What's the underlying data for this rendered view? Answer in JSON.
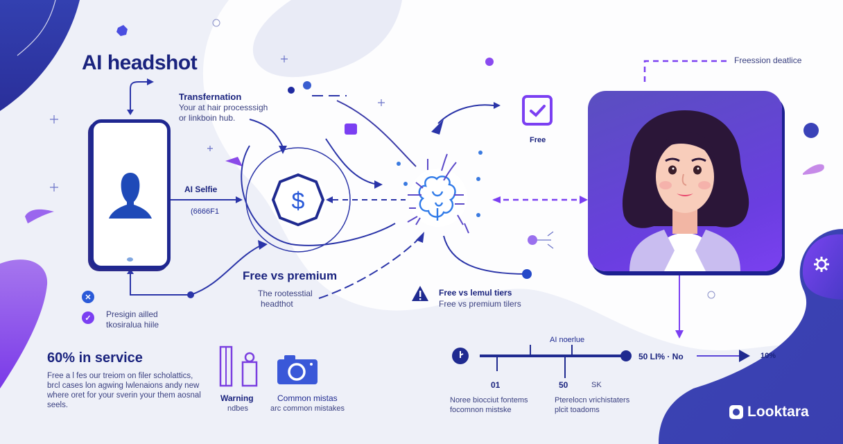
{
  "title": "AI headshot",
  "transformation": {
    "heading": "Transfernation",
    "body_line1": "Your at hair processsigh",
    "body_line2": "or linkboin hub."
  },
  "selfie": {
    "label": "AI Selfie",
    "code": "(6666F1"
  },
  "free_vs_premium": {
    "heading": "Free vs premium",
    "body_line1": "The rootesstial",
    "body_line2": "headthot"
  },
  "warning_tiers": {
    "heading": "Free vs lemul tiers",
    "body": "Free vs premium tilers"
  },
  "free_checkbox": {
    "label": "Free"
  },
  "session_callout": "Freession deatlice",
  "badges": {
    "cross_icon": "x-icon",
    "check_icon": "check-icon",
    "text_line1": "Presigin ailled",
    "text_line2": "tkosiralua hiile"
  },
  "stat": {
    "heading": "60% in service",
    "body": "Free a l fes our treiom on filer scholattics, brcl cases lon agwing lwlenaions andy new where oret for your sverin your them aosnal seels."
  },
  "icons_row": [
    {
      "icon": "phone-person-icon",
      "title": "Warning",
      "sub": "ndbes"
    },
    {
      "icon": "camera-icon",
      "title": "Common mistas",
      "sub": "arc common mistakes"
    }
  ],
  "timeline": {
    "top_label": "AI noerlue",
    "tick_labels": [
      "01",
      "50",
      "SK"
    ],
    "end_label": "50 LI%  · No",
    "final_label": "10%",
    "caption_left_line1": "Noree biocciut fontems",
    "caption_left_line2": "focomnon mistske",
    "caption_right_line1": "Pterelocn vrichistaters",
    "caption_right_line2": "plcit toadoms"
  },
  "brand": {
    "name": "Looktara"
  },
  "colors": {
    "navy": "#1a237e",
    "accent_blue": "#2a3fc0",
    "accent_purple": "#7b3ff2",
    "background": "#eef0f8",
    "portrait_bg": "#5a4fc0"
  }
}
